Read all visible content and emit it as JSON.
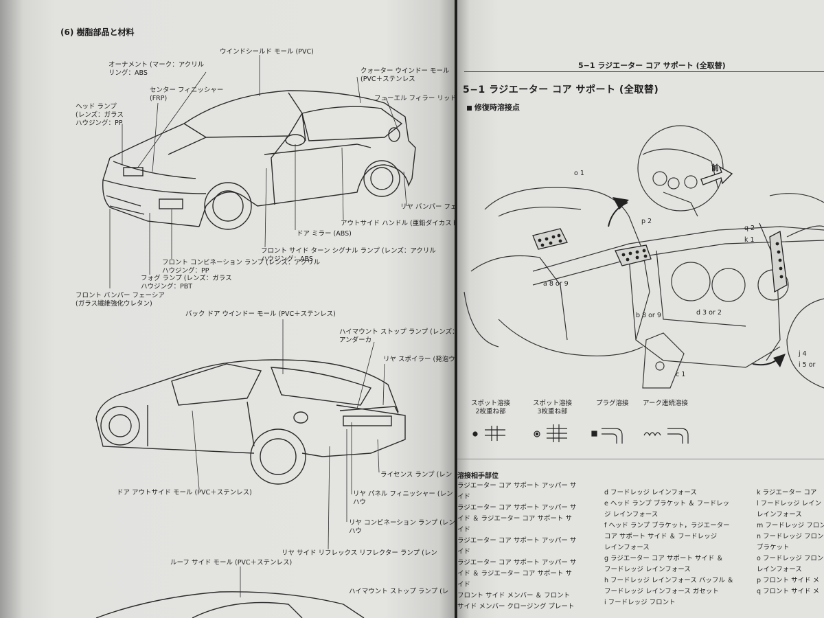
{
  "left_page": {
    "header": "(6) 樹脂部品と材料",
    "labels": {
      "windshield_mole": "ウインドシールド モール (PVC)",
      "ornament": "オーナメント (マーク：アクリル\nリング：ABS",
      "center_finisher": "センター フィニッシャー\n(FRP)",
      "quarter_window": "クォーター ウインドー モール\n(PVC＋ステンレス",
      "fuel_filler": "フューエル フィラー リッド (サイ",
      "head_lamp": "ヘッド ランプ\n(レンズ：ガラス\nハウジング：PP",
      "rear_bumper": "リヤ バンパー フェーシ",
      "outside_handle": "アウトサイド ハンドル (亜鉛ダイカスト",
      "door_mirror": "ドア ミラー (ABS)",
      "front_turn": "フロント サイド ターン シグナル ランプ (レンズ：アクリル\nハウジング：ABS",
      "front_combination": "フロント コンビネーション ランプ (レンズ：アクリル\nハウジング：PP",
      "fog_lamp": "フォグ ランプ (レンズ：ガラス\nハウジング：PBT",
      "front_bumper": "フロント バンパー フェーシア\n(ガラス繊維強化ウレタン)",
      "back_door_window": "バック ドア ウインドー モール (PVC＋ステンレス)",
      "high_mount_1": "ハイマウント ストップ ランプ (レンズ：ア\nアンダーカ",
      "rear_spoiler": "リヤ スポイラー (発泡ウレ",
      "license_lamp": "ライセンス ランプ (レン",
      "door_outside_mole": "ドア アウトサイド モール (PVC＋ステンレス)",
      "rear_panel_finisher": "リヤ パネル フィニッシャー (レン\nハウ",
      "rear_combination": "リヤ コンビネーション ランプ (レン\nハウ",
      "rear_reflex": "リヤ サイド リフレックス リフレクター ランプ (レン",
      "roof_side_mole": "ルーフ サイド モール (PVC＋ステンレス)",
      "high_mount_2": "ハイマウント ストップ ランプ (レ"
    }
  },
  "right_page": {
    "header": "5−1 ラジエーター コア サポート (全取替)",
    "title": "5−1 ラジエーター コア サポート (全取替)",
    "subtitle": "修復時溶接点",
    "arrow_label": "前",
    "callouts": {
      "o1": "o 1",
      "p2": "p 2",
      "q2": "q 2",
      "k1": "k 1",
      "a": "a 8 or 9",
      "b": "b 8 or 9",
      "d": "d 3 or 2",
      "c": "c 1",
      "j": "j 4",
      "i": "i 5 or"
    },
    "weld_legend": {
      "spot2": "スポット溶接\n2枚重ね部",
      "spot3": "スポット溶接\n3枚重ね部",
      "plug": "プラグ溶接",
      "arc": "アーク連続溶接"
    },
    "parts_heading": "溶接相手部位",
    "parts_col1": [
      "ラジエーター コア サポート アッパー サ",
      "イド",
      "ラジエーター コア サポート アッパー サ",
      "イド ＆ ラジエーター コア サポート サ",
      "イド",
      "ラジエーター コア サポート アッパー サ",
      "イド",
      "ラジエーター コア サポート アッパー サ",
      "イド ＆ ラジエーター コア サポート サ",
      "イド",
      "フロント サイド メンバー ＆ フロント",
      "サイド メンバー クロージング プレート"
    ],
    "parts_col2": [
      "d  フードレッジ レインフォース",
      "e  ヘッド ランプ ブラケット ＆ フードレッ",
      "    ジ レインフォース",
      "f  ヘッド ランプ ブラケット，ラジエーター",
      "    コア サポート サイド ＆ フードレッジ",
      "    レインフォース",
      "g  ラジエーター コア サポート サイド ＆",
      "    フードレッジ レインフォース",
      "h  フードレッジ レインフォース バッフル ＆",
      "    フードレッジ レインフォース ガセット",
      "i  フードレッジ フロント"
    ],
    "parts_col3": [
      "k  ラジエーター コア",
      "l  フードレッジ レイン",
      "    レインフォース",
      "m  フードレッジ フロン",
      "n  フードレッジ フロン",
      "    ブラケット",
      "o  フードレッジ フロン",
      "    レインフォース",
      "p  フロント サイド メ",
      "q  フロント サイド メ"
    ]
  }
}
